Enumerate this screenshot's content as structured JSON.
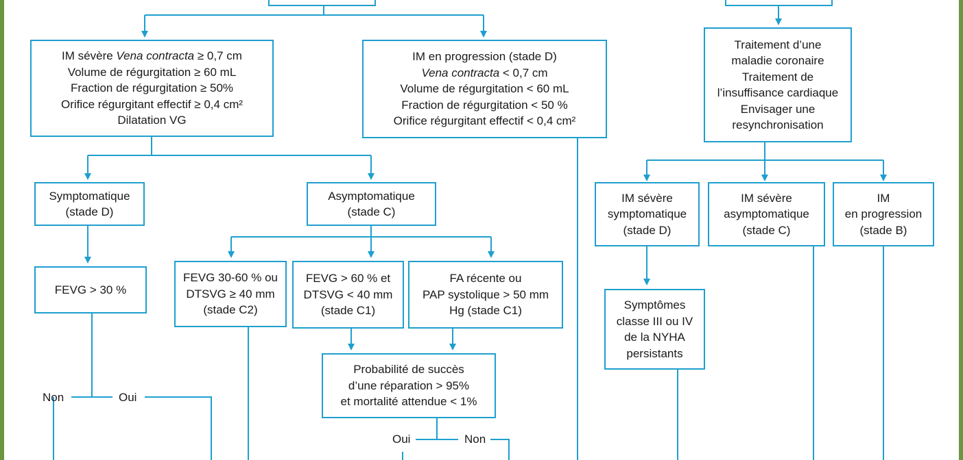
{
  "colors": {
    "frame": "#6a963f",
    "line": "#1e9fcf",
    "text": "#1a1a1a"
  },
  "boxes": {
    "severe": {
      "lines": [
        "IM sévère ",
        "Vena contracta",
        " ≥ 0,7 cm",
        "Volume de régurgitation ≥ 60 mL",
        "Fraction de régurgitation ≥ 50%",
        "Orifice régurgitant effectif ≥ 0,4 cm²",
        "Dilatation VG"
      ]
    },
    "progression_d": {
      "lines": [
        "IM en progression (stade D)",
        "Vena contracta",
        " < 0,7 cm",
        "Volume de régurgitation < 60 mL",
        "Fraction de régurgitation < 50 %",
        "Orifice régurgitant effectif < 0,4 cm²"
      ]
    },
    "treatment": {
      "lines": [
        "Traitement d’une",
        "maladie coronaire",
        "Traitement de",
        "l’insuffisance cardiaque",
        "Envisager une",
        "resynchronisation"
      ]
    },
    "symptomatique": {
      "lines": [
        "Symptomatique",
        "(stade D)"
      ]
    },
    "asymptomatique": {
      "lines": [
        "Asymptomatique",
        "(stade C)"
      ]
    },
    "fevg30": {
      "lines": [
        "FEVG > 30 %"
      ]
    },
    "c2": {
      "lines": [
        "FEVG 30-60 % ou",
        "DTSVG ≥ 40 mm",
        "(stade C2)"
      ]
    },
    "c1a": {
      "lines": [
        "FEVG > 60 % et",
        "DTSVG < 40 mm",
        "(stade C1)"
      ]
    },
    "c1b": {
      "lines": [
        "FA récente ou",
        "PAP systolique > 50 mm",
        "Hg (stade C1)"
      ]
    },
    "proba": {
      "lines": [
        "Probabilité de succès",
        "d’une réparation > 95%",
        "et mortalité attendue < 1%"
      ]
    },
    "r_severe_d": {
      "lines": [
        "IM sévère",
        "symptomatique",
        "(stade D)"
      ]
    },
    "r_severe_c": {
      "lines": [
        "IM sévère",
        "asymptomatique",
        "(stade C)"
      ]
    },
    "r_prog_b": {
      "lines": [
        "IM",
        "en progression",
        "(stade B)"
      ]
    },
    "nyha": {
      "lines": [
        "Symptômes",
        "classe III ou IV",
        "de la NYHA",
        "persistants"
      ]
    }
  },
  "labels": {
    "non_left": "Non",
    "oui_left": "Oui",
    "oui_mid": "Oui",
    "non_mid": "Non"
  }
}
